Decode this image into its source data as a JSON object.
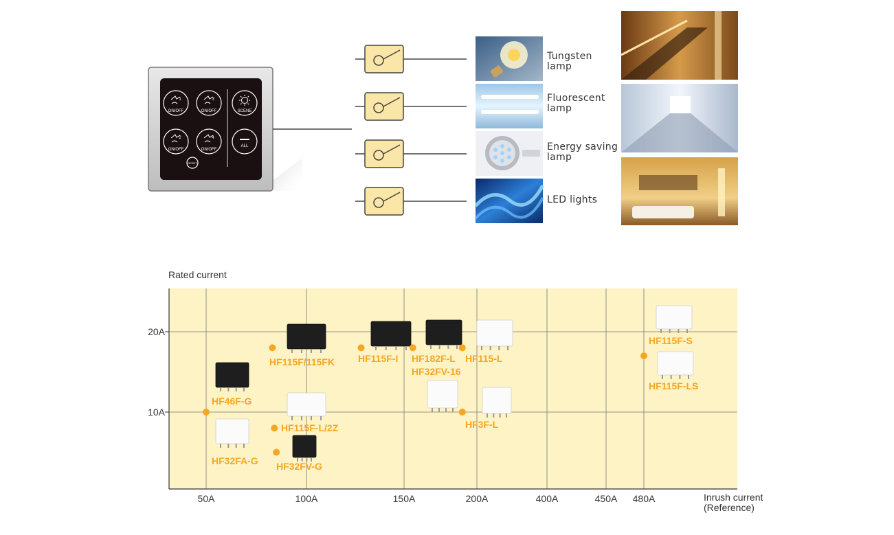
{
  "panel": {
    "buttons": [
      {
        "num": "1",
        "label": "ON/OFF"
      },
      {
        "num": "3",
        "label": "ON/OFF"
      },
      {
        "num": "2",
        "label": "ON/OFF"
      },
      {
        "num": "4",
        "label": "ON/OFF"
      }
    ],
    "scene_label": "SCENE",
    "all_label": "ALL",
    "reset_label": "RESET"
  },
  "lamps": [
    {
      "line1": "Tungsten",
      "line2": "lamp"
    },
    {
      "line1": "Fluorescent",
      "line2": "lamp"
    },
    {
      "line1": "Energy saving",
      "line2": "lamp"
    },
    {
      "line1": "LED lights",
      "line2": ""
    }
  ],
  "chart_data": {
    "type": "scatter",
    "ylabel": "Rated current",
    "xlabel_line1": "Inrush current",
    "xlabel_line2": "(Reference)",
    "x_ticks": [
      "50A",
      "100A",
      "150A",
      "200A",
      "400A",
      "450A",
      "480A"
    ],
    "y_ticks": [
      "20A",
      "10A"
    ],
    "grid": true,
    "point_color": "#f5a623",
    "label_color": "#f5a623",
    "background_color": "#fdf3c4",
    "points": [
      {
        "name": "HF46F-G",
        "x": "50A",
        "y": 10
      },
      {
        "name": "HF32FA-G",
        "x": "50A",
        "y": 10
      },
      {
        "name": "HF115F/115FK",
        "x": "83A",
        "y": 18
      },
      {
        "name": "HF115F-L/2Z",
        "x": "84A",
        "y": 8
      },
      {
        "name": "HF32FV-G",
        "x": "85A",
        "y": 5
      },
      {
        "name": "HF115F-I",
        "x": "128A",
        "y": 18
      },
      {
        "name": "HF182F-L",
        "x": "156A",
        "y": 18
      },
      {
        "name": "HF32FV-16",
        "x": "156A",
        "y": 18
      },
      {
        "name": "HF115-L",
        "x": "190A",
        "y": 18
      },
      {
        "name": "HF3F-L",
        "x": "190A",
        "y": 10
      },
      {
        "name": "HF115F-S",
        "x": "480A",
        "y": 17
      },
      {
        "name": "HF115F-LS",
        "x": "480A",
        "y": 17
      }
    ]
  }
}
